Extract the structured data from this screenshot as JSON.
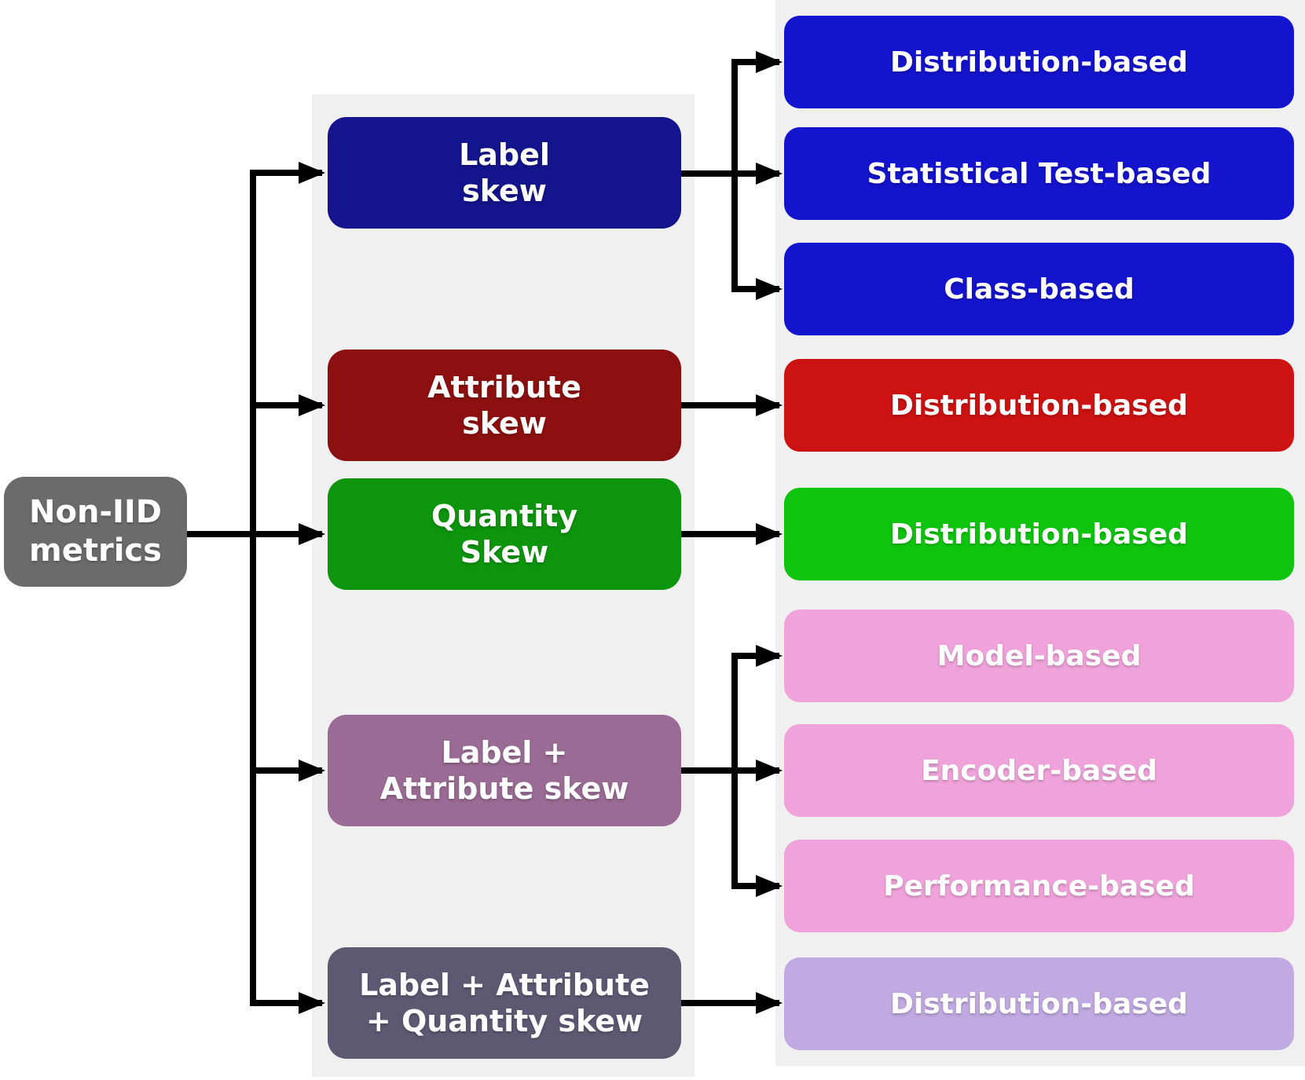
{
  "root": {
    "label": "Non-IID\nmetrics",
    "color": "#6b6b6b",
    "text_color": "#ffffff"
  },
  "skew_types": [
    {
      "label": "Label\nskew",
      "color": "#14148c",
      "methods": [
        {
          "label": "Distribution-based",
          "color": "#1413cd"
        },
        {
          "label": "Statistical Test-based",
          "color": "#1413cd"
        },
        {
          "label": "Class-based",
          "color": "#1413cd"
        }
      ]
    },
    {
      "label": "Attribute\nskew",
      "color": "#8c1010",
      "methods": [
        {
          "label": "Distribution-based",
          "color": "#cd1212"
        }
      ]
    },
    {
      "label": "Quantity\nSkew",
      "color": "#0d950d",
      "methods": [
        {
          "label": "Distribution-based",
          "color": "#0fc40f"
        }
      ]
    },
    {
      "label": "Label +\nAttribute skew",
      "color": "#9a6b94",
      "methods": [
        {
          "label": "Model-based",
          "color": "#efa3da"
        },
        {
          "label": "Encoder-based",
          "color": "#efa3da"
        },
        {
          "label": "Performance-based",
          "color": "#efa3da"
        }
      ]
    },
    {
      "label": "Label + Attribute\n+ Quantity skew",
      "color": "#5e5873",
      "methods": [
        {
          "label": "Distribution-based",
          "color": "#c1a9e1"
        }
      ]
    }
  ],
  "panels": {
    "background": "#f0f0f0"
  },
  "connectors": {
    "color": "#000000"
  }
}
